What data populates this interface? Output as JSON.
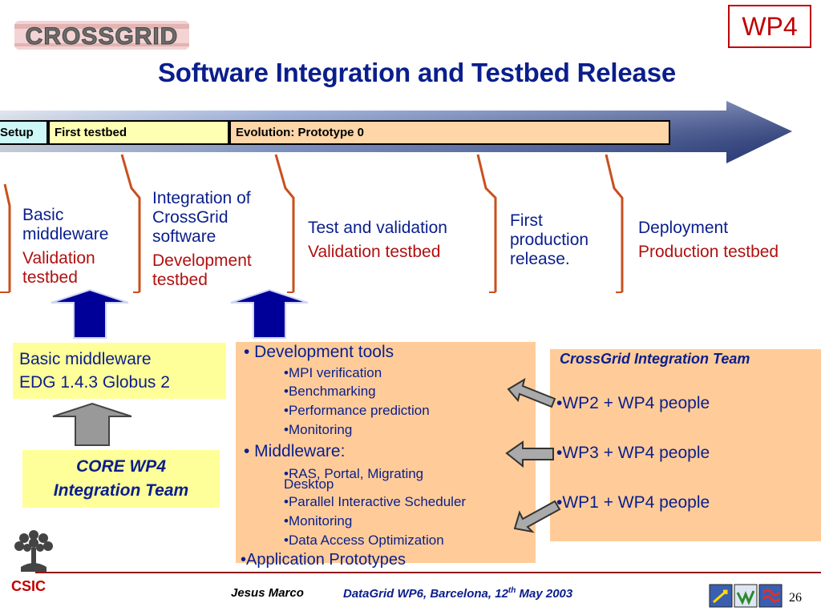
{
  "header": {
    "logo_text": "CROSSGRID",
    "badge": "WP4",
    "title": "Software Integration and Testbed Release"
  },
  "timeline": {
    "phases": [
      "Setup",
      "First testbed",
      "Evolution: Prototype 0"
    ]
  },
  "milestones": [
    {
      "lines": [
        "Basic",
        "middleware"
      ],
      "testbed": [
        "Validation",
        "testbed"
      ]
    },
    {
      "lines": [
        "Integration of",
        "CrossGrid",
        "software"
      ],
      "testbed": [
        "Development",
        "testbed"
      ]
    },
    {
      "lines": [
        "Test and validation"
      ],
      "testbed": [
        "Validation testbed"
      ]
    },
    {
      "lines": [
        "First",
        "production",
        "release."
      ],
      "testbed": []
    },
    {
      "lines": [
        "Deployment"
      ],
      "testbed": [
        "Production testbed"
      ]
    }
  ],
  "basic_box": {
    "line1": "Basic middleware",
    "line2": "EDG 1.4.3 Globus 2"
  },
  "core_box": {
    "line1": "CORE WP4",
    "line2": "Integration Team"
  },
  "dev_box": {
    "dev_tools": "• Development tools",
    "dev_items": [
      "•MPI verification",
      "•Benchmarking",
      "•Performance prediction",
      "•Monitoring"
    ],
    "middleware": "• Middleware:",
    "mw_item1_a": "•RAS, Portal, Migrating",
    "mw_item1_b": "Desktop",
    "mw_items": [
      "•Parallel Interactive Scheduler",
      "•Monitoring",
      "•Data Access Optimization"
    ],
    "app": "•Application Prototypes"
  },
  "team_box": {
    "title": "CrossGrid Integration Team",
    "items": [
      "•WP2 + WP4 people",
      "•WP3 + WP4 people",
      "•WP1 + WP4 people"
    ]
  },
  "footer": {
    "org": "CSIC",
    "author": "Jesus Marco",
    "conference_pre": "DataGrid WP6, Barcelona, 12",
    "conference_sup": "th",
    "conference_post": " May 2003",
    "page": "26"
  },
  "colors": {
    "title_blue": "#0a1e8c",
    "accent_red": "#b01010",
    "arrow_blue": "#2b3f86",
    "yellow_box": "#ffff99",
    "orange_box": "#ffcc99"
  }
}
